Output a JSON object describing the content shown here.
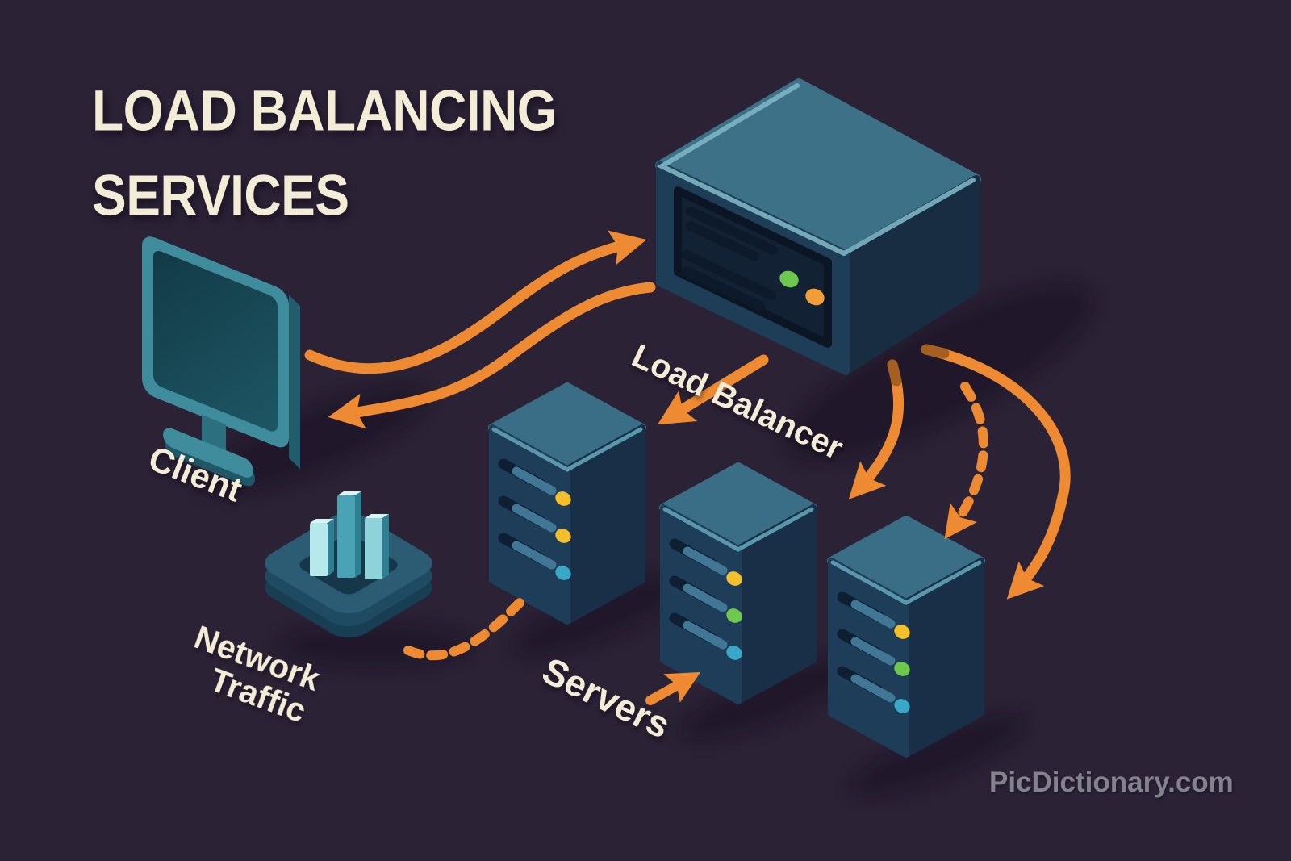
{
  "title": {
    "line1": "LOAD BALANCING",
    "line2": "SERVICES"
  },
  "labels": {
    "client": "Client",
    "load_balancer": "Load Balancer",
    "network_traffic": [
      "Network",
      "Traffic"
    ],
    "servers": "Servers"
  },
  "watermark": "PicDictionary.com",
  "colors": {
    "background": "#2b2235",
    "arrow": "#ee8a31",
    "arrow_dark": "#a5601f",
    "text_cream": "#f3ecd7",
    "watermark_gray": "#8f8d9b",
    "led_green": "#6fc84e",
    "led_orange": "#f09d3a",
    "led_yellow": "#f3c02c",
    "led_teal": "#38a7c8",
    "box_top": "#3d7187",
    "box_front": "#1e3d57",
    "box_side": "#182c42",
    "monitor_teal": "#3f8c9c"
  },
  "nodes": [
    {
      "id": "client",
      "label": "Client",
      "type": "monitor"
    },
    {
      "id": "load-balancer",
      "label": "Load Balancer",
      "type": "server-box"
    },
    {
      "id": "network-traffic",
      "label": "Network Traffic",
      "type": "bar-chart-platform"
    },
    {
      "id": "server-1",
      "type": "server-tower"
    },
    {
      "id": "server-2",
      "type": "server-tower"
    },
    {
      "id": "server-3",
      "type": "server-tower"
    }
  ],
  "arrows": [
    {
      "from": "client",
      "to": "load-balancer",
      "style": "solid"
    },
    {
      "from": "load-balancer",
      "to": "client",
      "style": "solid"
    },
    {
      "from": "load-balancer",
      "to": "server-1",
      "style": "solid"
    },
    {
      "from": "load-balancer",
      "to": "server-2",
      "style": "solid"
    },
    {
      "from": "load-balancer",
      "to": "server-3",
      "style": "dashed"
    },
    {
      "from": "load-balancer",
      "to": "server-3",
      "style": "solid"
    },
    {
      "from": "network-traffic",
      "to": "server-1",
      "style": "dashed"
    },
    {
      "from": "servers-label",
      "to": "server-2",
      "style": "solid"
    }
  ]
}
